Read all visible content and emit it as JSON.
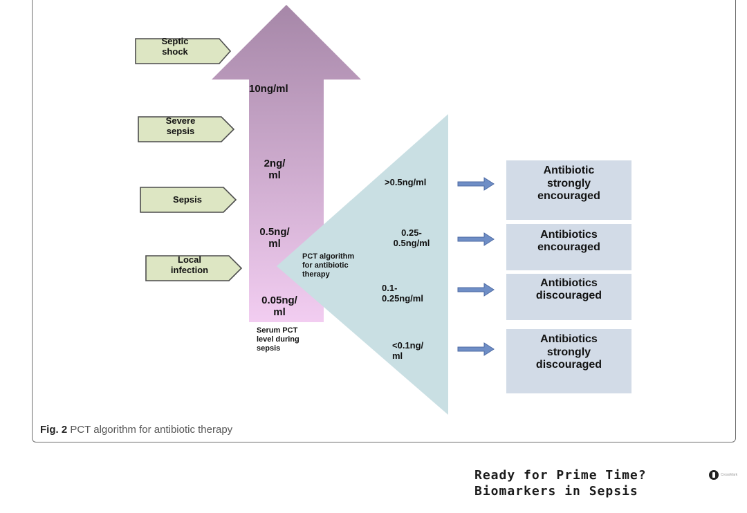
{
  "colors": {
    "arrow_top": "#a687a8",
    "arrow_bottom": "#f2cdf1",
    "triangle": "#c9dfe3",
    "stage_box": "#dde6c3",
    "outcome_box": "#d2dbe7",
    "small_arrow": "#6f8ec6"
  },
  "diagram": {
    "stages": [
      {
        "line1": "Septic",
        "line2": "shock"
      },
      {
        "line1": "Severe",
        "line2": "sepsis"
      },
      {
        "line1": "Sepsis",
        "line2": ""
      },
      {
        "line1": "Local",
        "line2": "infection"
      }
    ],
    "levels": [
      {
        "line1": "10ng/ml",
        "line2": ""
      },
      {
        "line1": "2ng/",
        "line2": "ml"
      },
      {
        "line1": "0.5ng/",
        "line2": "ml"
      },
      {
        "line1": "0.05ng/",
        "line2": "ml"
      }
    ],
    "serum_label": {
      "line1": "Serum PCT",
      "line2": "level during",
      "line3": "sepsis"
    },
    "algorithm_label": {
      "line1": "PCT algorithm",
      "line2": "for antibiotic",
      "line3": "therapy"
    },
    "ranges": [
      {
        "line1": ">0.5ng/ml",
        "line2": ""
      },
      {
        "line1": "0.25-",
        "line2": "0.5ng/ml"
      },
      {
        "line1": "0.1-",
        "line2": "0.25ng/ml"
      },
      {
        "line1": "<0.1ng/",
        "line2": "ml"
      }
    ],
    "outcomes": [
      {
        "line1": "Antibiotic",
        "line2": "strongly",
        "line3": "encouraged"
      },
      {
        "line1": "Antibiotics",
        "line2": "encouraged",
        "line3": ""
      },
      {
        "line1": "Antibiotics",
        "line2": "discouraged",
        "line3": ""
      },
      {
        "line1": "Antibiotics",
        "line2": "strongly",
        "line3": "discouraged"
      }
    ]
  },
  "caption": {
    "fig_label": "Fig. 2",
    "text": "PCT algorithm for antibiotic therapy"
  },
  "slide": {
    "title_line1": "Ready for Prime Time?",
    "title_line2": "Biomarkers in Sepsis"
  },
  "badge": {
    "icon": "crossmark-icon",
    "text": "CrossMark"
  }
}
